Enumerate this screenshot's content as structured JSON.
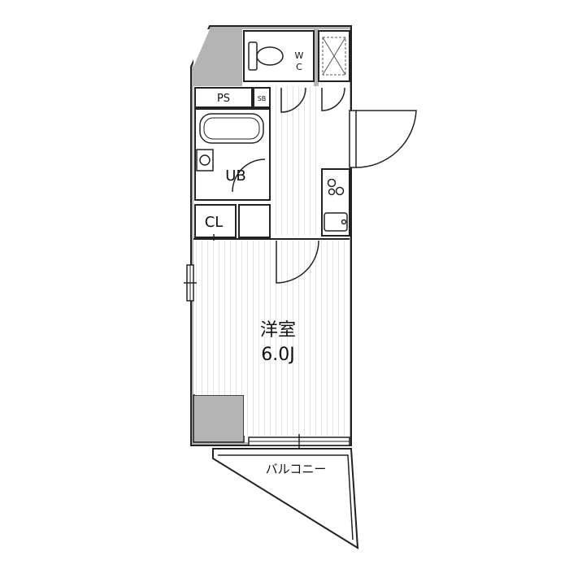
{
  "labels": {
    "wc_w": "W",
    "wc_c": "C",
    "ps": "PS",
    "sb": "SB",
    "ub": "UB",
    "cl": "CL",
    "room_name": "洋室",
    "room_size": "6.0J",
    "balcony": "バルコニー"
  },
  "colors": {
    "wall_fill": "#b4b4b4",
    "line": "#222222",
    "floor_stripe": "#e6e6e6"
  }
}
